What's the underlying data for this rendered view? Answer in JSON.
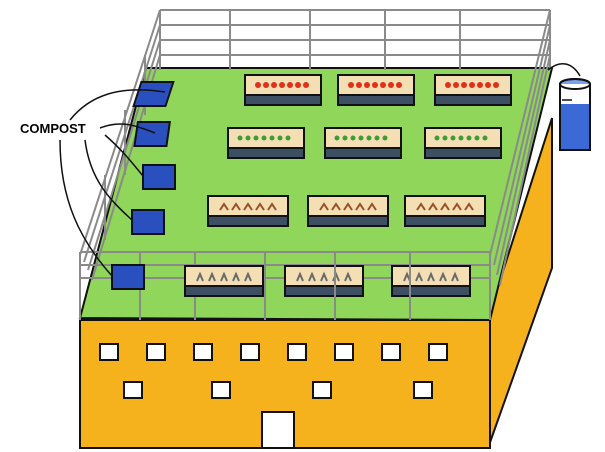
{
  "diagram": {
    "compost_label": "COMPOST",
    "colors": {
      "building_front": "#f6b21c",
      "building_side": "#f6b21c",
      "roof_grass": "#8fd65a",
      "compost_bin": "#2a4fbf",
      "planter_top": "#f3dfb3",
      "planter_body": "#3d4f63",
      "water_tank": "#3b69d6",
      "railing": "#8a8a8a"
    },
    "items": {
      "compost_bins_count": 5,
      "planter_rows": 4,
      "planters_per_row": 3,
      "water_tank": "water-tank",
      "windows_upper_row": 8,
      "windows_lower_row": 4,
      "door": 1
    },
    "planter_dot_colors": [
      "#e03018",
      "#3f9a36",
      "#9a4f2a",
      "#6a6a6a"
    ]
  }
}
